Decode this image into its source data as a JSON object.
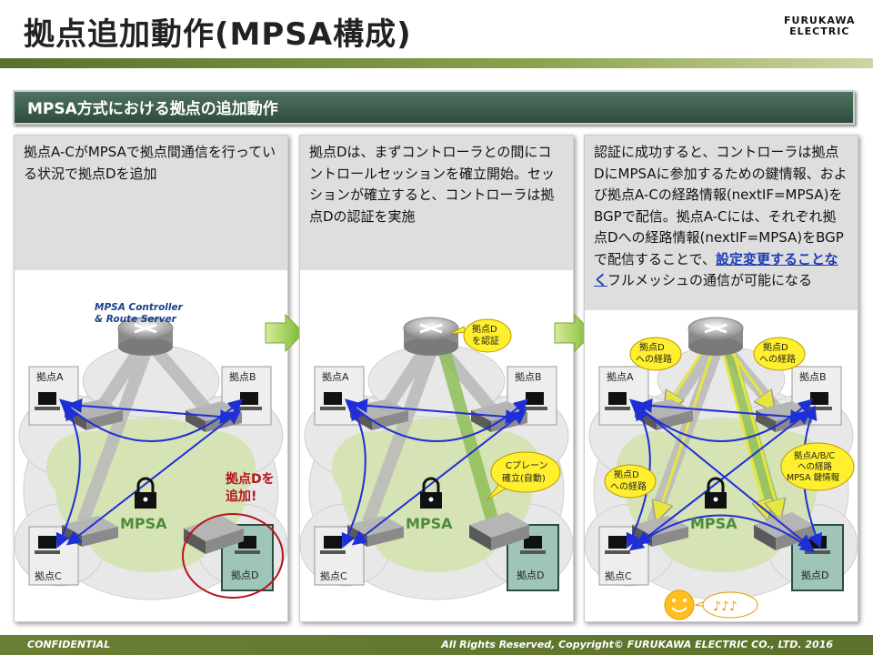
{
  "header": {
    "title": "拠点追加動作(MPSA構成)",
    "brand_line1": "FURUKAWA",
    "brand_line2": "ELECTRIC"
  },
  "section_title": "MPSA方式における拠点の追加動作",
  "panels": [
    {
      "text": "拠点A-CがMPSAで拠点間通信を行っている状況で拠点Dを追加",
      "controller_label_line1": "MPSA Controller",
      "controller_label_line2": "& Route  Server",
      "add_note_line1": "拠点Dを",
      "add_note_line2": "追加!"
    },
    {
      "text": "拠点Dは、まずコントローラとの間にコントロールセッションを確立開始。セッションが確立すると、コントローラは拠点Dの認証を実施",
      "callout_auth_line1": "拠点D",
      "callout_auth_line2": "を認証",
      "callout_plane_line1": "Cプレーン",
      "callout_plane_line2": "確立(自動)"
    },
    {
      "text_before": "認証に成功すると、コントローラは拠点DにMPSAに参加するための鍵情報、および拠点A-Cの経路情報(nextIF=MPSA)をBGPで配信。拠点A-Cには、それぞれ拠点Dへの経路情報(nextIF=MPSA)をBGPで配信することで、",
      "text_emphasis": "設定変更することなく",
      "text_after": "フルメッシュの通信が可能になる",
      "callout_route_line1": "拠点D",
      "callout_route_line2": "への経路",
      "callout_abc_line1": "拠点A/B/C",
      "callout_abc_line2": "への経路",
      "callout_abc_line3": "MPSA 鍵情報",
      "notes": "♪♪♪"
    }
  ],
  "sites": {
    "a": "拠点A",
    "b": "拠点B",
    "c": "拠点C",
    "d": "拠点D"
  },
  "cloud_label": "MPSA",
  "footer": {
    "left": "CONFIDENTIAL",
    "right": "All Rights Reserved,  Copyright© FURUKAWA ELECTRIC CO., LTD. 2016"
  },
  "colors": {
    "accent_green": "#6b7f34",
    "section_bg": "#3b5b4a",
    "mesh_arrow": "#1f2fd6",
    "route_arrow": "#f0f04a",
    "callout_fill": "#ffef2e",
    "cloud_fill": "#cfe0a8",
    "site_d_fill": "#9fc5b8",
    "mpsa_text": "#4d8b3a",
    "alert_red": "#b4141e"
  }
}
